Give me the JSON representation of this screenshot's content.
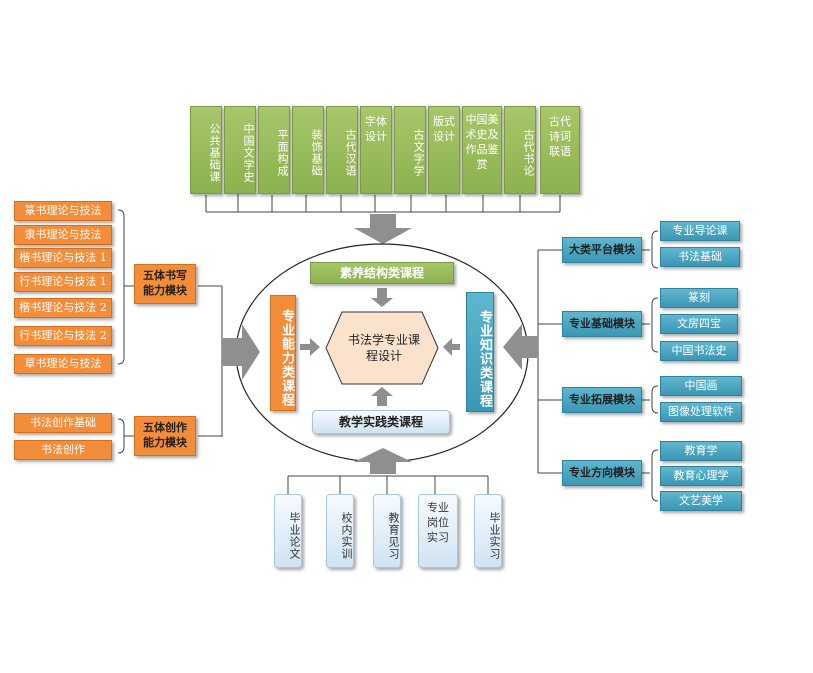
{
  "top_courses": [
    "公共基础课",
    "中国文学史",
    "平面构成",
    "装饰基础",
    "古代汉语",
    "字体设计",
    "古文字学",
    "版式设计",
    "中国美术史及作品鉴赏",
    "古代书论",
    "古代诗词联语"
  ],
  "center": {
    "core": "书法学专业课程设计",
    "top": "素养结构类课程",
    "bottom": "教学实践类课程",
    "left": "专业能力类课程",
    "right": "专业知识类课程"
  },
  "left_groups": [
    {
      "module": "五体书写能力模块",
      "items": [
        "篆书理论与技法",
        "隶书理论与技法",
        "楷书理论与技法 1",
        "行书理论与技法 1",
        "楷书理论与技法 2",
        "行书理论与技法 2",
        "草书理论与技法"
      ]
    },
    {
      "module": "五体创作能力模块",
      "items": [
        "书法创作基础",
        "书法创作"
      ]
    }
  ],
  "right_groups": [
    {
      "module": "大类平台模块",
      "items": [
        "专业导论课",
        "书法基础"
      ]
    },
    {
      "module": "专业基础模块",
      "items": [
        "篆刻",
        "文房四宝",
        "中国书法史"
      ]
    },
    {
      "module": "专业拓展模块",
      "items": [
        "中国画",
        "图像处理软件"
      ]
    },
    {
      "module": "专业方向模块",
      "items": [
        "教育学",
        "教育心理学",
        "文艺美学"
      ]
    }
  ],
  "bottom_courses": [
    "毕业论文",
    "校内实训",
    "教育见习",
    "专业岗位实习",
    "毕业实习"
  ],
  "colors": {
    "green": "#8db14e",
    "orange": "#f48d3a",
    "teal": "#3b97b4",
    "light_blue": "#dbeaf6",
    "core": "#fbe2cc",
    "arrow": "#8f8f8f"
  }
}
